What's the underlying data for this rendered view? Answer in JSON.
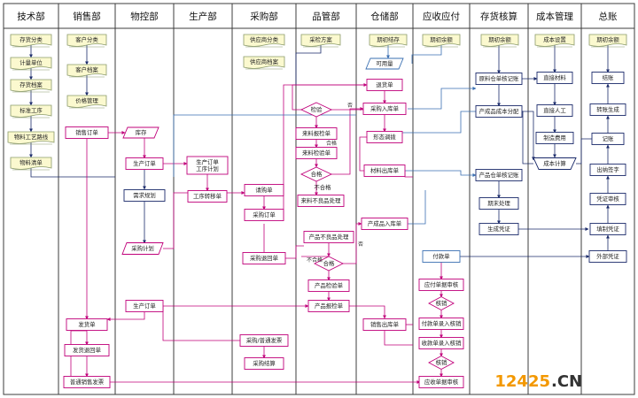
{
  "lanes": [
    "技术部",
    "销售部",
    "物控部",
    "生产部",
    "采购部",
    "品管部",
    "仓储部",
    "应收应付",
    "存货核算",
    "成本管理",
    "总账"
  ],
  "nodes": {
    "n1": "存货分类",
    "n2": "计量单位",
    "n3": "存货档案",
    "n4": "标准工序",
    "n5": "物料工艺路线",
    "n6": "物料清单",
    "n7": "客户分类",
    "n8": "客户档案",
    "n9": "价格管理",
    "n10": "销售订单",
    "n11": "发货单",
    "n12": "发货退回单",
    "n13": "普通销售发票",
    "n14": "库存",
    "n15": "生产订单",
    "n16": "需求规划",
    "n17": "采购计划",
    "n18": "生产订单",
    "n19": "生产订单\n工序计划",
    "n20": "工序转移单",
    "n21": "供应商分类",
    "n22": "供应商档案",
    "n23": "请购单",
    "n24": "采购订单",
    "n25": "采购退回单",
    "n26": "采购/普通发票",
    "n27": "采购结算",
    "n28": "采检方案",
    "n29": "检验",
    "n30": "来料报检单",
    "n31": "来料检验单",
    "n32": "合格",
    "n33": "不合格",
    "n34": "来料不良品处理",
    "n35": "产品不良品处理",
    "n36": "合格",
    "n37": "产品检验单",
    "n38": "产品报检单",
    "n39": "期初结存",
    "n40": "可用量",
    "n41": "退货单",
    "n42": "采购入库单",
    "n43": "形态调拨",
    "n44": "材料出库单",
    "n45": "产成品入库单",
    "n46": "销售出库单",
    "n47": "期初余额",
    "n48": "期初余额",
    "n49": "付款单",
    "n50": "核销",
    "n51": "付款单录入核销",
    "n52": "收款单录入核销",
    "n53": "核销",
    "n54": "应收单据审核",
    "n55": "应付单据审核",
    "n56": "原料仓单核记账",
    "n57": "产成品成本分配",
    "n58": "产品仓单核记账",
    "n59": "期末处理",
    "n60": "生成凭证",
    "n61": "成本设置",
    "n62": "直接材料",
    "n63": "直接人工",
    "n64": "制造费用",
    "n65": "成本计算",
    "n66": "期初余额",
    "n67": "结账",
    "n68": "转账生成",
    "n69": "记账",
    "n70": "出纳签字",
    "n71": "凭证审核",
    "n72": "填制凭证",
    "n73": "外部凭证"
  },
  "edge_labels": {
    "e1": "否",
    "e2": "合格",
    "e3": "不合格",
    "e4": "否"
  },
  "watermark": {
    "prefix": "12425",
    "suffix": ".CN"
  },
  "colors": {
    "magenta": "#c0007a",
    "blue": "#3a6fb2",
    "purple": "#7030a0",
    "navy": "#1a2a6a",
    "doc_fill": "#fbf9cf",
    "doc_stroke": "#8a9a6a",
    "watermark_orange": "#f39800",
    "watermark_dark": "#333333"
  }
}
